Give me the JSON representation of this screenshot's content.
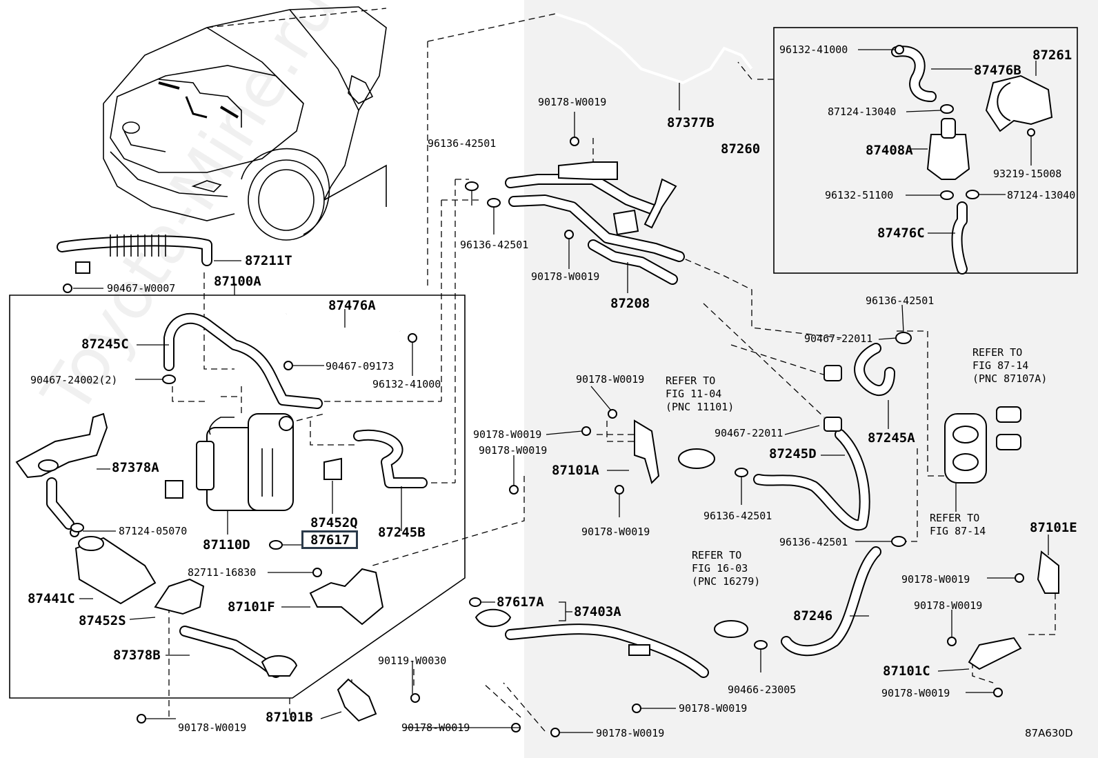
{
  "diagram_code": "87A630D",
  "watermark": "Toyota-Mine.ru",
  "highlighted_part": "87617",
  "labels": {
    "l87211T": "87211T",
    "l90467_W0007": "90467-W0007",
    "l87100A": "87100A",
    "l87476A": "87476A",
    "l87245C": "87245C",
    "l90467_09173": "90467-09173",
    "l90467_24002": "90467-24002(2)",
    "l96132_41000_a": "96132-41000",
    "l87378A": "87378A",
    "l87124_05070": "87124-05070",
    "l87110D": "87110D",
    "l87452Q": "87452Q",
    "l87617": "87617",
    "l87245B": "87245B",
    "l82711_16830": "82711-16830",
    "l87441C": "87441C",
    "l87452S": "87452S",
    "l87101F": "87101F",
    "l87378B": "87378B",
    "l90119_W0030": "90119-W0030",
    "l87101B": "87101B",
    "l90178_W0019_bl": "90178-W0019",
    "l90178_W0019_bm": "90178-W0019",
    "l87617A": "87617A",
    "l87403A": "87403A",
    "l90178_W0019_b1": "90178-W0019",
    "l90178_W0019_b2": "90178-W0019",
    "l96136_42501_t1": "96136-42501",
    "l90178_W0019_t1": "90178-W0019",
    "l87377B": "87377B",
    "l96136_42501_t2": "96136-42501",
    "l90178_W0019_t2": "90178-W0019",
    "l87208": "87208",
    "l96132_41000_b": "96132-41000",
    "l87476B": "87476B",
    "l87261": "87261",
    "l87124_13040_a": "87124-13040",
    "l87260": "87260",
    "l87408A": "87408A",
    "l93219_15008": "93219-15008",
    "l96132_51100": "96132-51100",
    "l87124_13040_b": "87124-13040",
    "l87476C": "87476C",
    "l96136_42501_m1": "96136-42501",
    "l90467_22011_a": "90467-22011",
    "l87245A": "87245A",
    "l90178_W0019_m1": "90178-W0019",
    "l90178_W0019_m2": "90178-W0019",
    "l90178_W0019_m3": "90178-W0019",
    "l87101A": "87101A",
    "l90178_W0019_m4": "90178-W0019",
    "l90467_22011_b": "90467-22011",
    "l87245D": "87245D",
    "l96136_42501_m2": "96136-42501",
    "l96136_42501_m3": "96136-42501",
    "l87246": "87246",
    "l90466_23005": "90466-23005",
    "l87101E": "87101E",
    "l90178_W0019_r1": "90178-W0019",
    "l90178_W0019_r2": "90178-W0019",
    "l87101C": "87101C",
    "l90178_W0019_r3": "90178-W0019"
  },
  "references": {
    "ref_11_04": "REFER TO\nFIG 11-04\n(PNC 11101)",
    "ref_87_14a": "REFER TO\nFIG 87-14\n(PNC 87107A)",
    "ref_87_14b": "REFER TO\nFIG 87-14",
    "ref_16_03": "REFER TO\nFIG 16-03\n(PNC 16279)"
  }
}
